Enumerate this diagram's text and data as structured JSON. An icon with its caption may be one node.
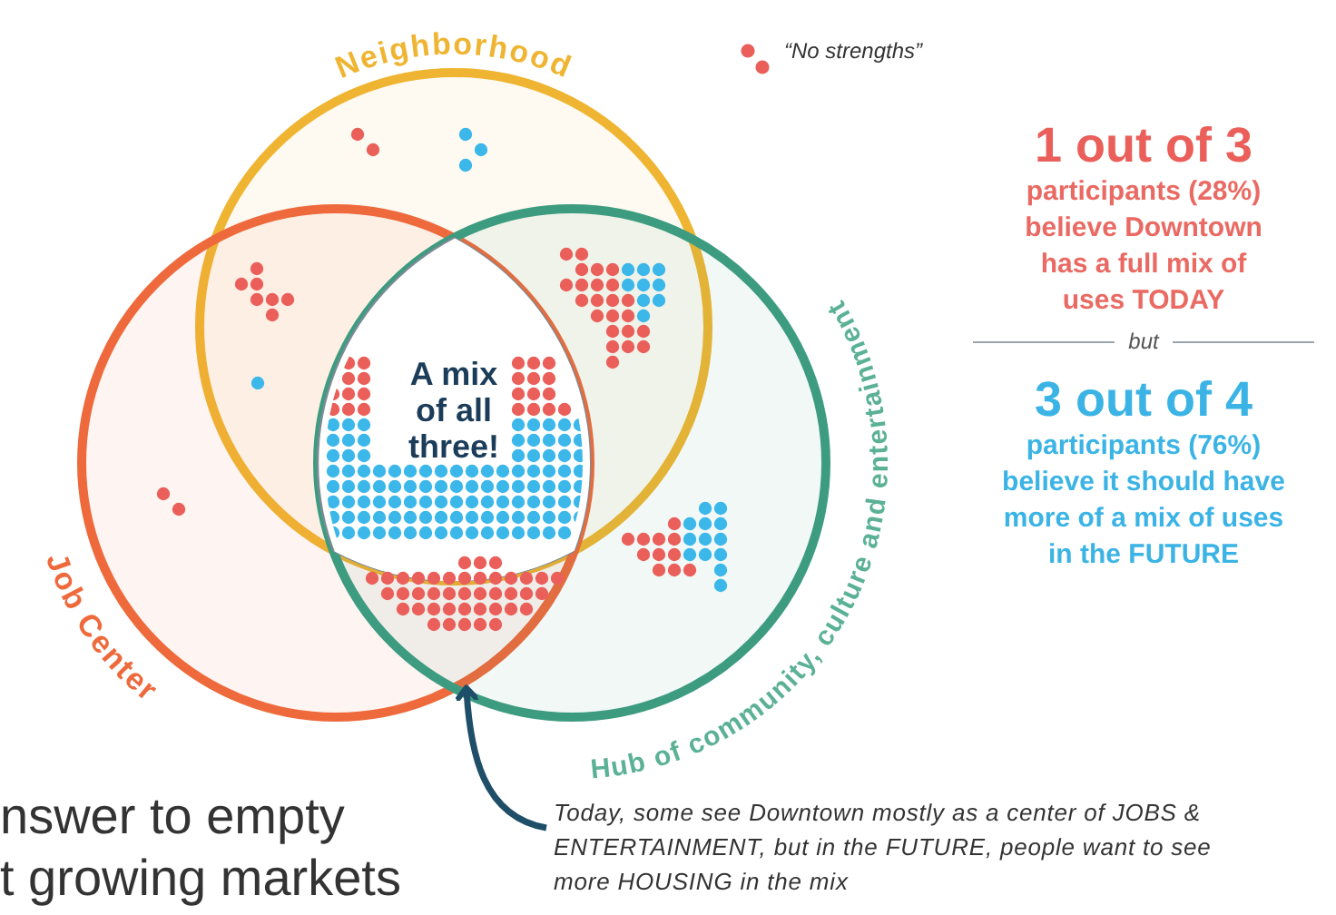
{
  "diagram": {
    "nodes": [
      {
        "text": [
          "Neighborhood"
        ]
      },
      {
        "text": [
          "Job Center"
        ]
      },
      {
        "text": [
          "Hub of community, culture and entertainment"
        ]
      },
      {
        "text": [
          "A mix of all three!"
        ]
      },
      {
        "text": [
          "Today, some see Downtown mostly as a center of JOBS & ENTERTAINMENT, but in the FUTURE, people want to see more HOUSING in the mix"
        ]
      }
    ],
    "edges": [
      {
        "from": 4,
        "to": 1,
        "arrow": "to"
      }
    ],
    "labels": [
      "1 out of 3",
      "participants (28%) believe Downtown has a full mix of uses TODAY",
      "but",
      "3 out of 4",
      "participants (76%) believe it should have more of a mix of uses in the FUTURE",
      "nswer to empty",
      "t growing markets"
    ],
    "legend": [
      {
        "text": "“No strengths”"
      }
    ]
  }
}
